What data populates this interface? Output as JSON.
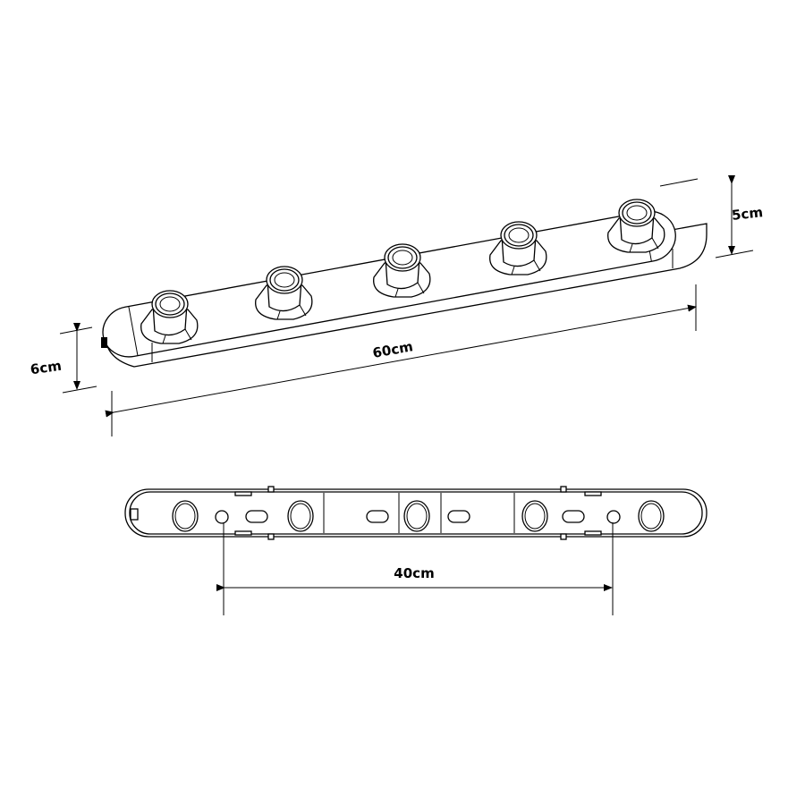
{
  "dimensions": {
    "length": "60cm",
    "width": "6cm",
    "height": "5cm",
    "mount_spacing": "40cm"
  },
  "colors": {
    "line": "#000000",
    "background": "#ffffff"
  }
}
